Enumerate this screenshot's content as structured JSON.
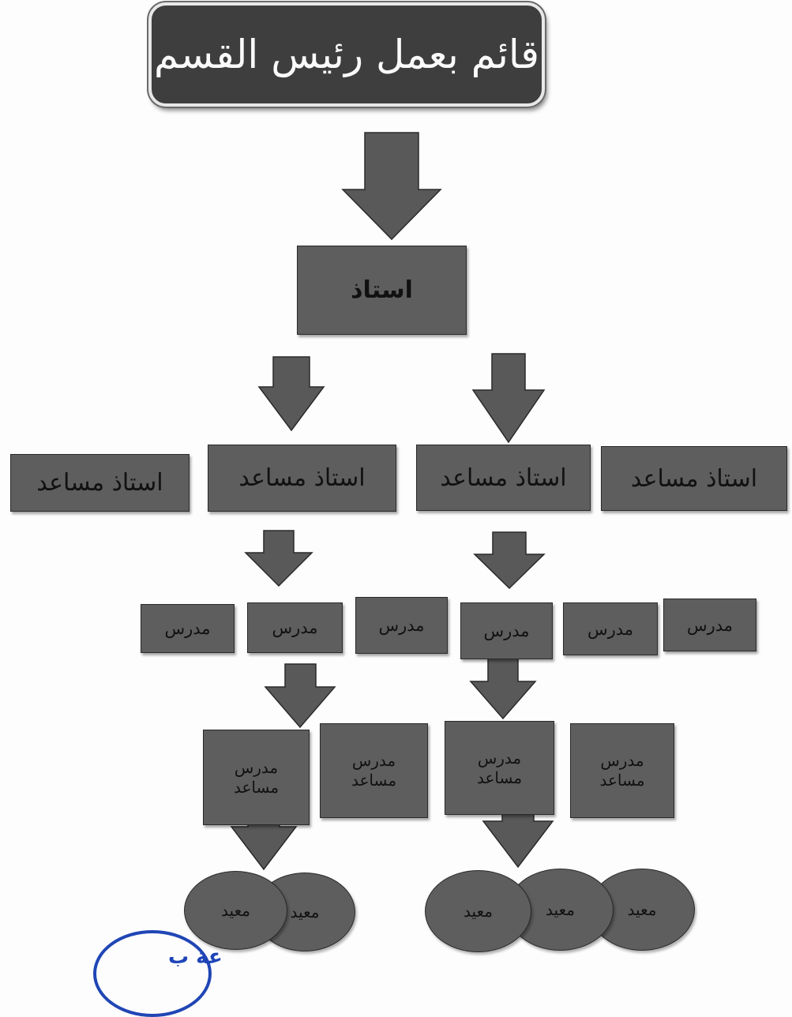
{
  "root": {
    "label": "قائم بعمل رئيس القسم"
  },
  "level1": {
    "label": "استاذ"
  },
  "level2": {
    "items": [
      "استاذ مساعد",
      "استاذ مساعد",
      "استاذ مساعد",
      "استاذ مساعد"
    ]
  },
  "level3": {
    "items": [
      "مدرس",
      "مدرس",
      "مدرس",
      "مدرس",
      "مدرس",
      "مدرس"
    ]
  },
  "level4": {
    "items": [
      {
        "line1": "مدرس",
        "line2": "مساعد"
      },
      {
        "line1": "مدرس",
        "line2": "مساعد"
      },
      {
        "line1": "مدرس",
        "line2": "مساعد"
      },
      {
        "line1": "مدرس",
        "line2": "مساعد"
      }
    ]
  },
  "level5": {
    "items": [
      "معيد",
      "معيد",
      "معيد",
      "معيد",
      "معيد"
    ]
  },
  "stamp": {
    "text": "عة ب"
  },
  "colors": {
    "box_fill": "#5e5e5e",
    "root_fill": "#3e3e3e",
    "root_text": "#fafafa",
    "stamp": "#1e44b8"
  }
}
